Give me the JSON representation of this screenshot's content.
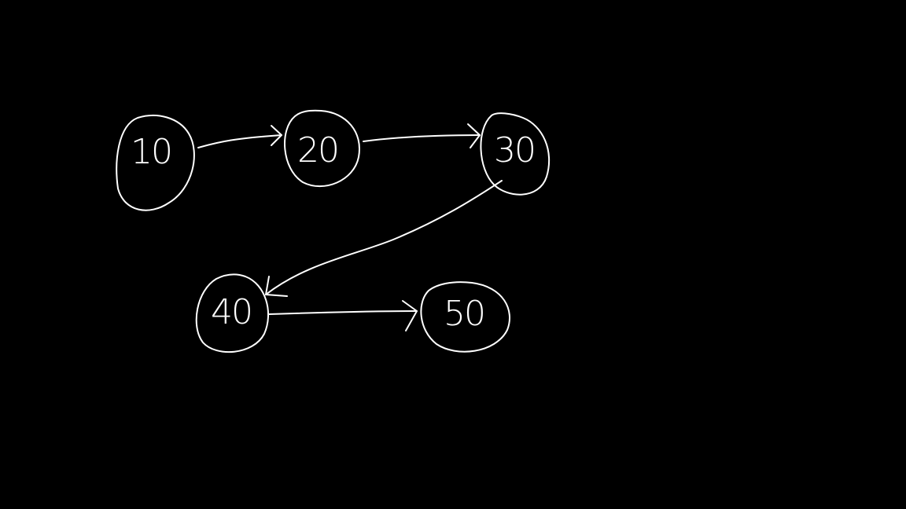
{
  "diagram": {
    "stroke_color": "#ffffff",
    "background_color": "#000000",
    "nodes": [
      {
        "id": "n10",
        "label": "10"
      },
      {
        "id": "n20",
        "label": "20"
      },
      {
        "id": "n30",
        "label": "30"
      },
      {
        "id": "n40",
        "label": "40"
      },
      {
        "id": "n50",
        "label": "50"
      }
    ],
    "edges": [
      {
        "from": "n10",
        "to": "n20"
      },
      {
        "from": "n20",
        "to": "n30"
      },
      {
        "from": "n30",
        "to": "n40"
      },
      {
        "from": "n40",
        "to": "n50"
      }
    ]
  }
}
